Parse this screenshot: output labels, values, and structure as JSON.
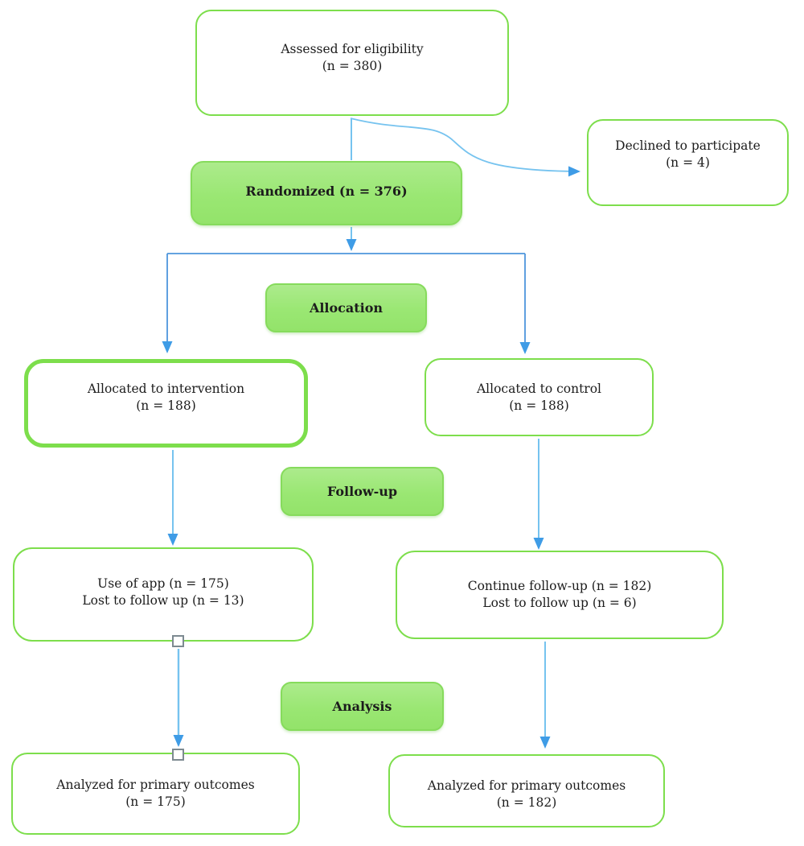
{
  "nodes": {
    "assessed": {
      "line1": "Assessed for eligibility",
      "line2": "(n = 380)"
    },
    "declined": {
      "line1": "Declined to participate",
      "line2": "(n = 4)"
    },
    "randomized": {
      "label": "Randomized (n = 376)"
    },
    "allocation": {
      "label": "Allocation"
    },
    "allocated_intervention": {
      "line1": "Allocated to intervention",
      "line2": "(n = 188)"
    },
    "allocated_control": {
      "line1": "Allocated to control",
      "line2": "(n = 188)"
    },
    "followup": {
      "label": "Follow-up"
    },
    "use_of_app": {
      "line1": "Use of app (n = 175)",
      "line2": "Lost to follow up (n = 13)"
    },
    "continue_followup": {
      "line1": "Continue follow-up (n = 182)",
      "line2": "Lost to follow up (n = 6)"
    },
    "analysis": {
      "label": "Analysis"
    },
    "analyzed_intervention": {
      "line1": "Analyzed for primary outcomes",
      "line2": "(n = 175)"
    },
    "analyzed_control": {
      "line1": "Analyzed for primary outcomes",
      "line2": "(n = 182)"
    }
  },
  "colors": {
    "node_border_green": "#7dde4c",
    "label_fill_green": "#9ae773",
    "label_border_green": "#86db5c",
    "connector_blue_light": "#76c3ef",
    "connector_blue": "#4e96dc",
    "arrowhead_blue": "#3f9ce6",
    "handle_border": "#7d8a91",
    "text": "#1c1c1c"
  }
}
